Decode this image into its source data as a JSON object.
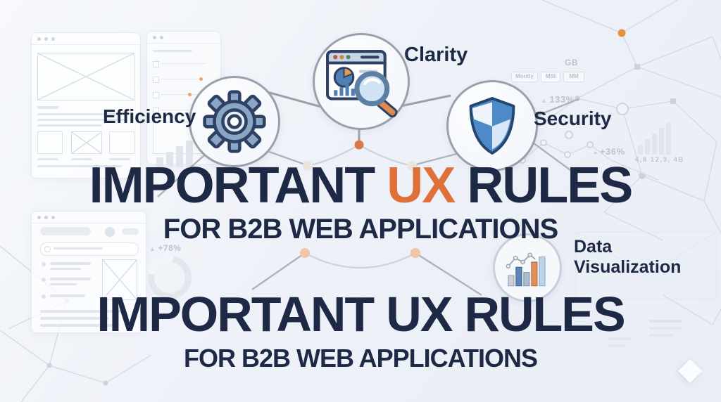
{
  "palette": {
    "navy": "#1e2946",
    "orange": "#e0703a",
    "icon_blue": "#4e8ac8",
    "background": "#eff2f8",
    "connector_gray": "#9aa1ac"
  },
  "nodes": [
    {
      "id": "efficiency",
      "label": "Efficiency"
    },
    {
      "id": "clarity",
      "label": "Clarity"
    },
    {
      "id": "security",
      "label": "Security"
    },
    {
      "id": "data-visualization",
      "label": "Data Visualization"
    }
  ],
  "title_primary": {
    "word1": "IMPORTANT",
    "word2": "UX",
    "word3": "RULES",
    "subtitle": "FOR B2B WEB APPLICATIONS"
  },
  "title_secondary": {
    "word1": "IMPORTANT",
    "word2": "UX",
    "word3": "RULES",
    "subtitle": "FOR B2B WEB APPLICATIONS"
  },
  "background_text": {
    "gb": "GB",
    "chip1": "Montly",
    "chip2": "MSI",
    "chip3": "MM",
    "pct133": "133%",
    "pct36": "+36%",
    "pct78": "+78%",
    "stats": "4,8  12,3, 4B"
  }
}
